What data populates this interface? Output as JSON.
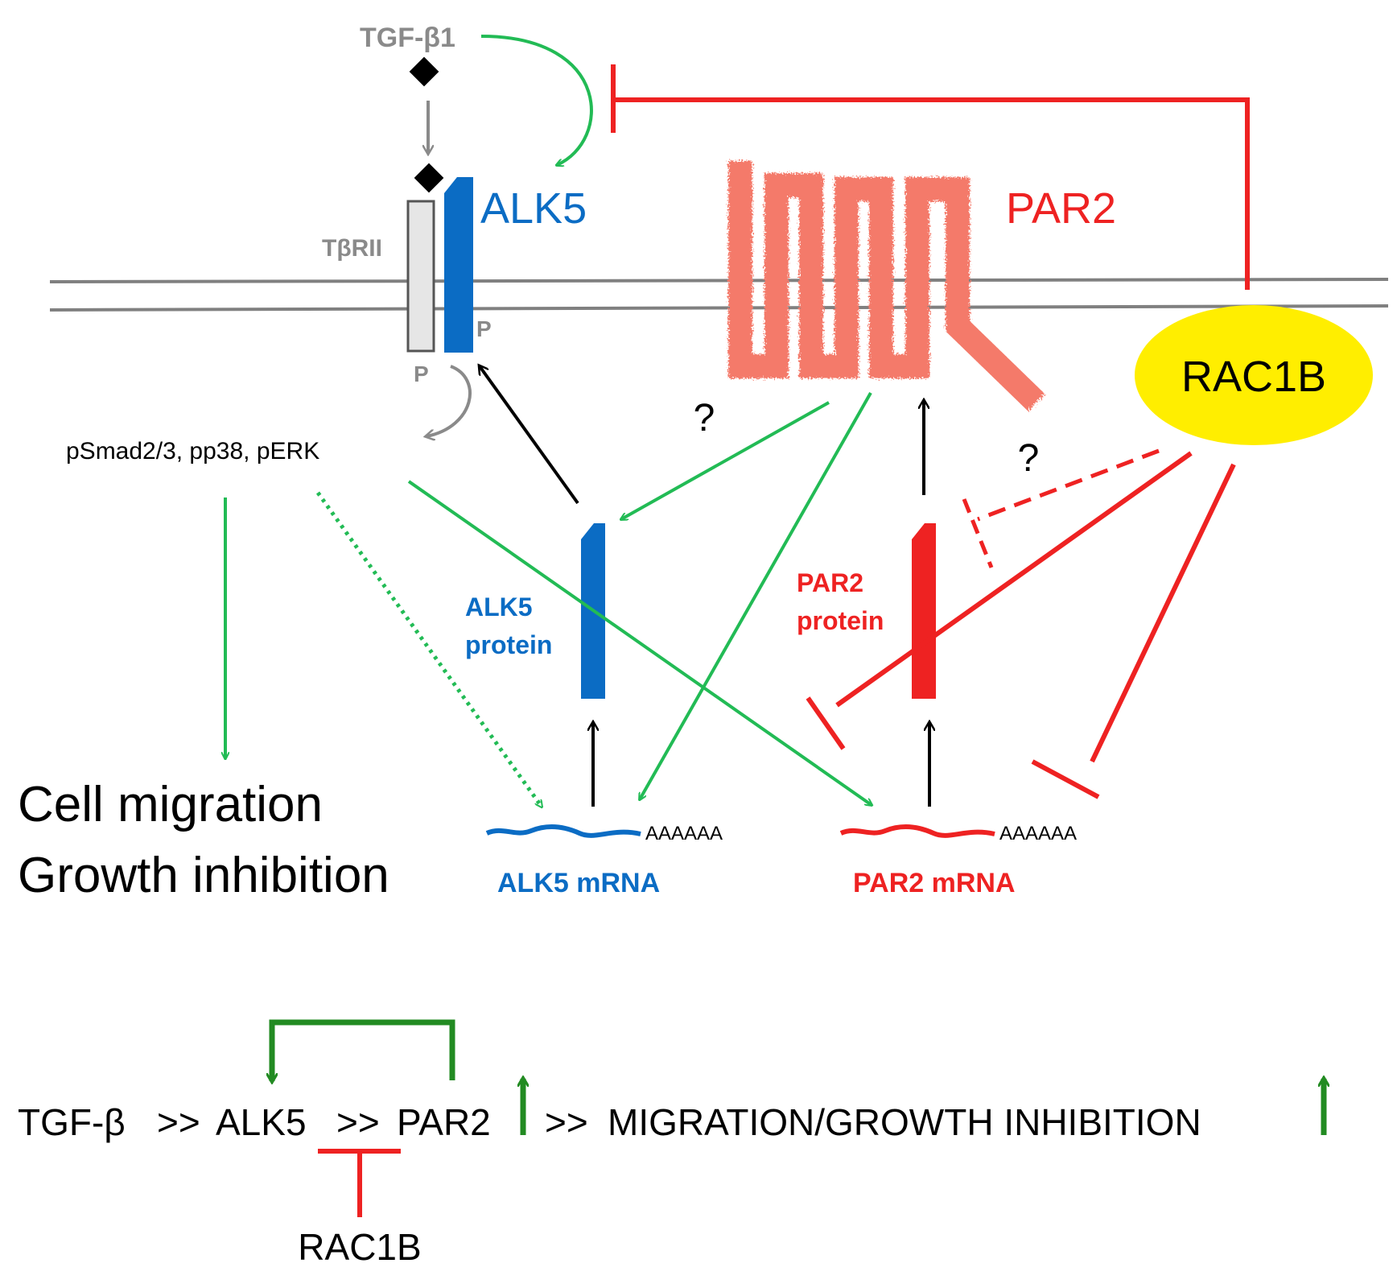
{
  "labels": {
    "tgfb1": "TGF-β1",
    "alk5": "ALK5",
    "tbrii": "TβRII",
    "phospho_alk5": "P",
    "phospho_tbrii": "P",
    "par2": "PAR2",
    "rac1b": "RAC1B",
    "signaling": "pSmad2/3, pp38, pERK",
    "question_left": "?",
    "question_right": "?",
    "alk5_protein_line1": "ALK5",
    "alk5_protein_line2": "protein",
    "par2_protein_line1": "PAR2",
    "par2_protein_line2": "protein",
    "poly_a_left": "AAAAAA",
    "poly_a_right": "AAAAAA",
    "alk5_mrna": "ALK5 mRNA",
    "par2_mrna": "PAR2 mRNA",
    "outcome_line1": "Cell migration",
    "outcome_line2": "Growth inhibition"
  },
  "summary": {
    "tgfb": "TGF-β",
    "sep1": ">>",
    "alk5": "ALK5",
    "sep2": ">>",
    "par2": "PAR2",
    "sep3": ">>",
    "outcome": "MIGRATION/GROWTH INHIBITION",
    "inhibitor": "RAC1B"
  },
  "colors": {
    "activation": "#22bb55",
    "inhibition": "#ee2222",
    "alk5": "#0b6cc4",
    "par2_receptor": "#f47a6a",
    "rac1b_fill": "#ffee00",
    "membrane": "#808080",
    "gray_text": "#8a8a8a",
    "summary_green": "#228b22"
  }
}
